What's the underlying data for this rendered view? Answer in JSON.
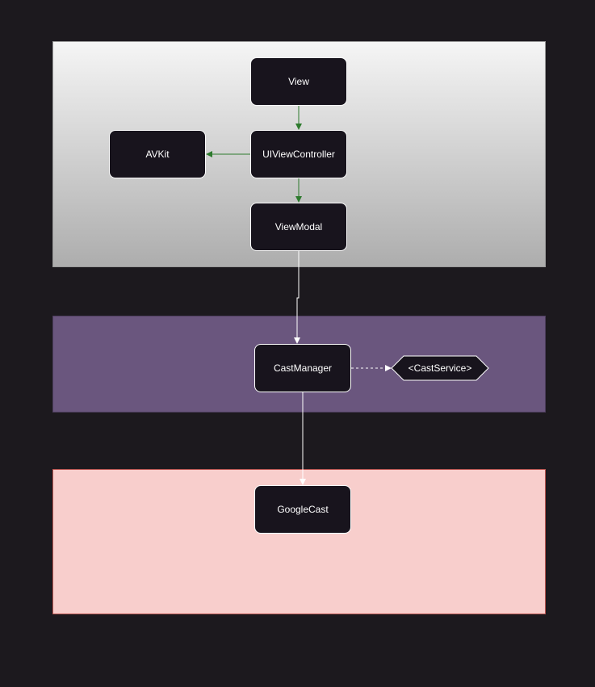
{
  "layers": {
    "ui": {
      "fill_top": "#f5f5f5",
      "fill_bottom": "#adadad"
    },
    "cast": {
      "fill": "#6a567e"
    },
    "google": {
      "fill": "#f8cecc",
      "stroke": "#b85450"
    }
  },
  "nodes": {
    "view": "View",
    "avkit": "AVKit",
    "uiviewcontroller": "UIViewController",
    "viewmodal": "ViewModal",
    "castmanager": "CastManager",
    "castservice": "<CastService>",
    "googlecast": "GoogleCast"
  },
  "edges": [
    {
      "from": "View",
      "to": "UIViewController",
      "style": "solid",
      "color": "#2d7a2d"
    },
    {
      "from": "UIViewController",
      "to": "AVKit",
      "style": "solid",
      "color": "#2d7a2d"
    },
    {
      "from": "UIViewController",
      "to": "ViewModal",
      "style": "solid",
      "color": "#2d7a2d"
    },
    {
      "from": "ViewModal",
      "to": "CastManager",
      "style": "solid",
      "color": "#ffffff"
    },
    {
      "from": "CastManager",
      "to": "<CastService>",
      "style": "dashed",
      "color": "#ffffff"
    },
    {
      "from": "CastManager",
      "to": "GoogleCast",
      "style": "solid",
      "color": "#ffffff"
    }
  ],
  "colors": {
    "background": "#1c191e",
    "node_fill": "#18141d",
    "node_stroke": "#ffffff",
    "edge_green": "#2d7a2d",
    "edge_white": "#ffffff"
  }
}
